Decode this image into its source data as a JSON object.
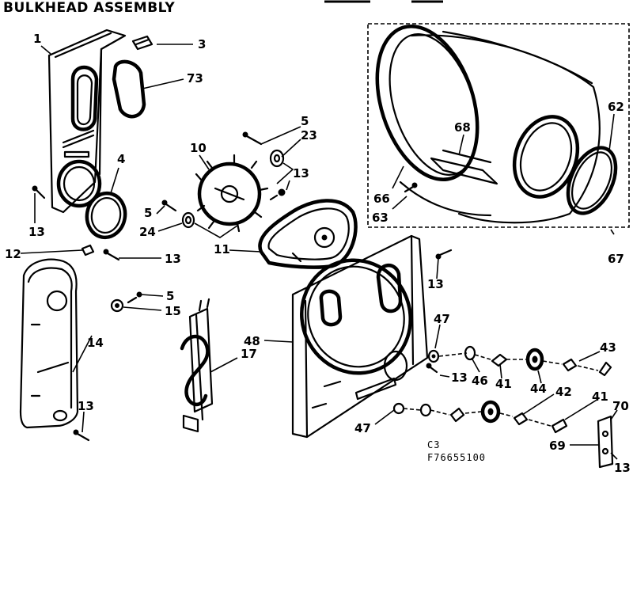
{
  "header": {
    "title": "BULKHEAD ASSEMBLY"
  },
  "footer": {
    "code_line_1": "C3",
    "code_line_2": "F76655100"
  },
  "callouts": {
    "c1": "1",
    "c3": "3",
    "c73": "73",
    "c5a": "5",
    "c23": "23",
    "c10": "10",
    "c13a": "13",
    "c4": "4",
    "c13b": "13",
    "c5b": "5",
    "c24": "24",
    "c11": "11",
    "c12": "12",
    "c13c": "13",
    "c5c": "5",
    "c15": "15",
    "c14": "14",
    "c17": "17",
    "c13d": "13",
    "c48": "48",
    "c13e": "13",
    "c47a": "47",
    "c13f": "13",
    "c46": "46",
    "c41a": "41",
    "c43": "43",
    "c44": "44",
    "c42": "42",
    "c41b": "41",
    "c70": "70",
    "c47b": "47",
    "c69": "69",
    "c13g": "13",
    "c66": "66",
    "c63": "63",
    "c68": "68",
    "c62": "62",
    "c67": "67"
  }
}
